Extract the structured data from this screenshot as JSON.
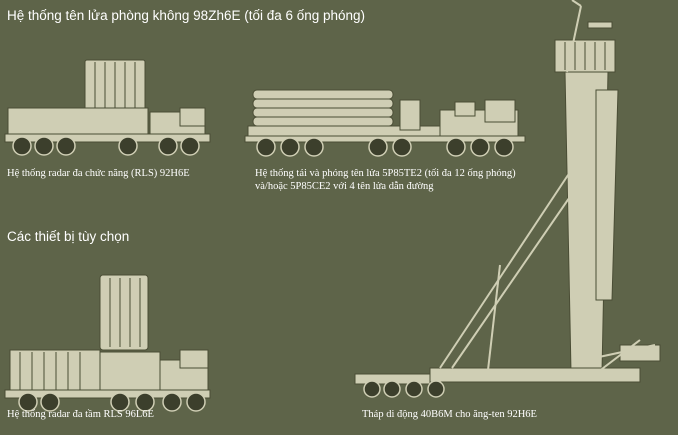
{
  "title": "Hệ thống tên lửa phòng không 98Zh6E (tối đa 6 ống phóng)",
  "optional_heading": "Các thiết bị tùy chọn",
  "captions": {
    "radar_92h6e": "Hệ thống radar đa chức năng (RLS) 92H6E",
    "launcher_line1": "Hệ thống tải và phóng tên lửa 5P85TE2 (tối đa 12 ống phóng)",
    "launcher_line2": "và/hoặc 5P85CE2 với 4 tên lửa dẫn đường",
    "radar_96l6e": "Hệ thống radar đa tầm RLS 96L6E",
    "tower_40b6m": "Tháp di động 40B6M cho ăng-ten 92H6E"
  },
  "colors": {
    "background": "#5e6449",
    "vehicle_fill": "#cfceb4",
    "vehicle_stroke": "#4a4d35",
    "wheel_fill": "#3c3f2c",
    "text": "#ffffff"
  }
}
